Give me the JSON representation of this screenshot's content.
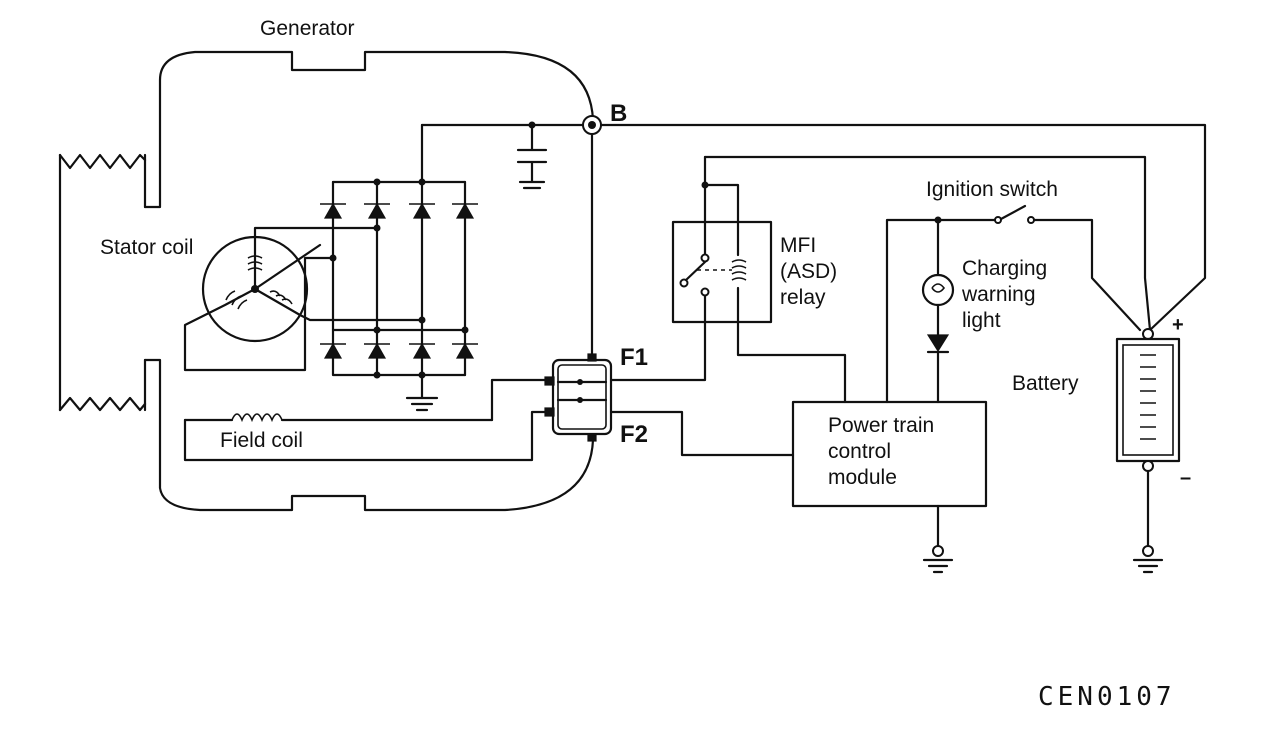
{
  "labels": {
    "generator": "Generator",
    "stator_coil": "Stator coil",
    "field_coil": "Field coil",
    "terminal_b": "B",
    "terminal_f1": "F1",
    "terminal_f2": "F2",
    "relay_line1": "MFI",
    "relay_line2": "(ASD)",
    "relay_line3": "relay",
    "ignition_switch": "Ignition switch",
    "warning_line1": "Charging",
    "warning_line2": "warning",
    "warning_line3": "light",
    "battery": "Battery",
    "battery_plus": "+",
    "battery_minus": "–",
    "pcm_line1": "Power train",
    "pcm_line2": "control",
    "pcm_line3": "module",
    "figure_code": "CEN0107"
  }
}
